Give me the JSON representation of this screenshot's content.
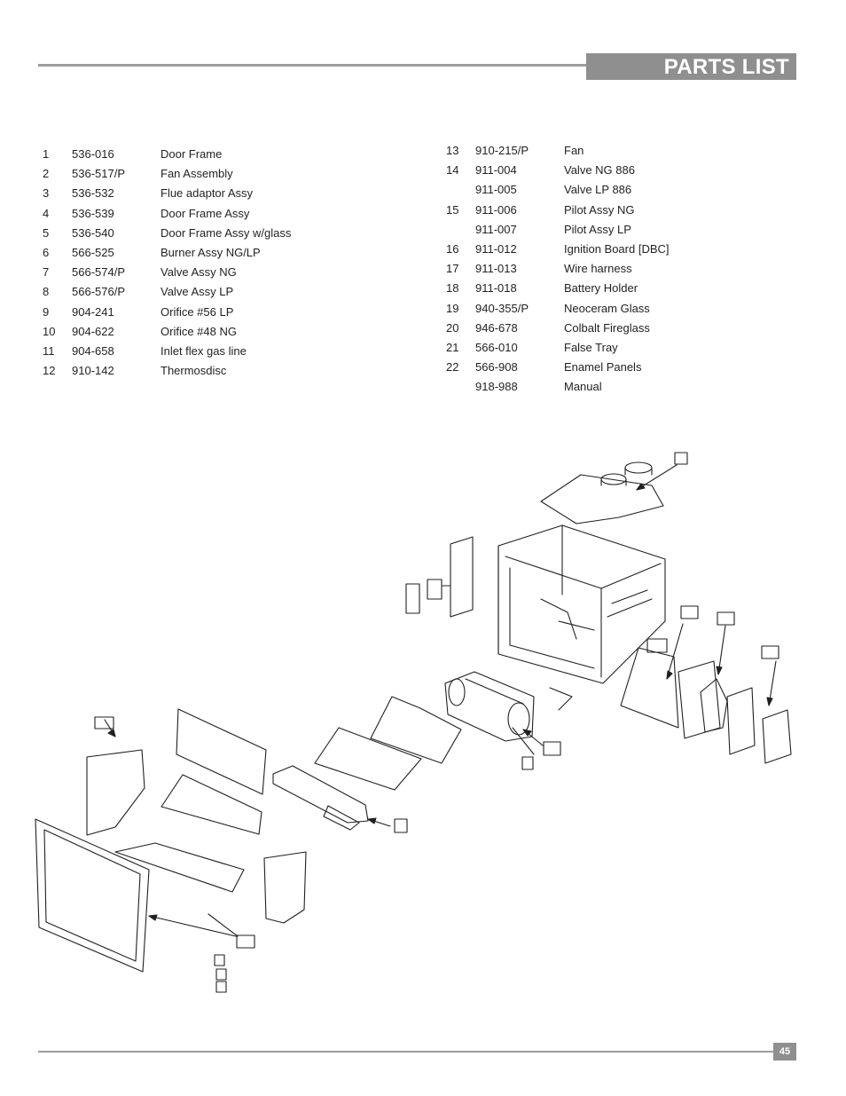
{
  "header": {
    "title": "PARTS LIST"
  },
  "parts_left": [
    {
      "num": "1",
      "pn": "536-016",
      "desc": "Door Frame"
    },
    {
      "num": "2",
      "pn": "536-517/P",
      "desc": "Fan Assembly"
    },
    {
      "num": "3",
      "pn": "536-532",
      "desc": "Flue adaptor Assy"
    },
    {
      "num": "4",
      "pn": "536-539",
      "desc": "Door Frame Assy"
    },
    {
      "num": "5",
      "pn": "536-540",
      "desc": "Door Frame Assy w/glass"
    },
    {
      "num": "6",
      "pn": "566-525",
      "desc": "Burner Assy NG/LP"
    },
    {
      "num": "7",
      "pn": "566-574/P",
      "desc": "Valve Assy NG"
    },
    {
      "num": "8",
      "pn": "566-576/P",
      "desc": "Valve Assy LP"
    },
    {
      "num": "9",
      "pn": "904-241",
      "desc": "Orifice #56 LP"
    },
    {
      "num": "10",
      "pn": "904-622",
      "desc": "Orifice #48 NG"
    },
    {
      "num": "11",
      "pn": "904-658",
      "desc": "Inlet flex gas line"
    },
    {
      "num": "12",
      "pn": "910-142",
      "desc": "Thermosdisc"
    }
  ],
  "parts_right": [
    {
      "num": "13",
      "pn": "910-215/P",
      "desc": "Fan"
    },
    {
      "num": "14",
      "pn": "911-004",
      "desc": "Valve NG 886"
    },
    {
      "num": "",
      "pn": "911-005",
      "desc": "Valve LP 886"
    },
    {
      "num": "15",
      "pn": "911-006",
      "desc": "Pilot Assy NG"
    },
    {
      "num": "",
      "pn": "911-007",
      "desc": "Pilot Assy LP"
    },
    {
      "num": "16",
      "pn": "911-012",
      "desc": "Ignition Board [DBC]"
    },
    {
      "num": "17",
      "pn": "911-013",
      "desc": "Wire harness"
    },
    {
      "num": "18",
      "pn": "911-018",
      "desc": "Battery Holder"
    },
    {
      "num": "19",
      "pn": "940-355/P",
      "desc": "Neoceram Glass"
    },
    {
      "num": "20",
      "pn": "946-678",
      "desc": "Colbalt Fireglass"
    },
    {
      "num": "21",
      "pn": "566-010",
      "desc": "False Tray"
    },
    {
      "num": "22",
      "pn": "566-908",
      "desc": "Enamel Panels"
    },
    {
      "num": "",
      "pn": "918-988",
      "desc": "Manual"
    }
  ],
  "footer": {
    "page_number": "45"
  }
}
